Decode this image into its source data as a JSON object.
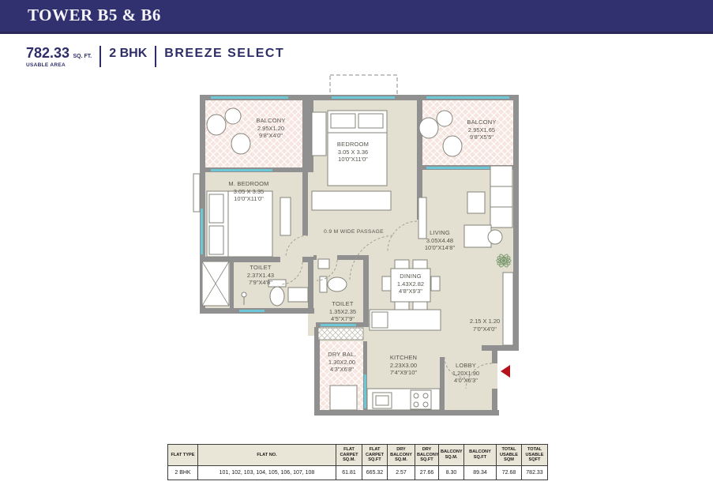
{
  "header": {
    "title": "TOWER B5 & B6"
  },
  "summary": {
    "area_value": "782.33",
    "area_unit": "SQ. FT.",
    "area_label": "USABLE AREA",
    "flat_type": "2 BHK",
    "collection": "BREEZE SELECT"
  },
  "plan": {
    "passage": "0.9 M WIDE PASSAGE",
    "rooms": [
      {
        "name": "BALCONY",
        "metric": "2.95X1.20",
        "imperial": "9'8\"X4'0\""
      },
      {
        "name": "BEDROOM",
        "metric": "3.05 X 3.36",
        "imperial": "10'0\"X11'0\""
      },
      {
        "name": "BALCONY",
        "metric": "2.95X1.65",
        "imperial": "9'8\"X5'5\""
      },
      {
        "name": "M. BEDROOM",
        "metric": "3.05 X 3.35",
        "imperial": "10'0\"X11'0\""
      },
      {
        "name": "LIVING",
        "metric": "3.05X4.48",
        "imperial": "10'0\"X14'8\""
      },
      {
        "name": "TOILET",
        "metric": "2.37X1.43",
        "imperial": "7'9\"X4'8\""
      },
      {
        "name": "TOILET",
        "metric": "1.35X2.35",
        "imperial": "4'5\"X7'9\""
      },
      {
        "name": "DINING",
        "metric": "1.43X2.82",
        "imperial": "4'8\"X9'3\""
      },
      {
        "name": "",
        "metric": "2.15 X 1.20",
        "imperial": "7'0\"X4'0\""
      },
      {
        "name": "DRY BAL.",
        "metric": "1.30X2.00",
        "imperial": "4'3\"X6'8\""
      },
      {
        "name": "KITCHEN",
        "metric": "2.23X3.00",
        "imperial": "7'4\"X9'10\""
      },
      {
        "name": "LOBBY",
        "metric": "1.20X1.90",
        "imperial": "4'0\"X6'3\""
      }
    ]
  },
  "table": {
    "headers": [
      "FLAT TYPE",
      "FLAT NO.",
      "FLAT CARPET SQ.M.",
      "FLAT CARPET SQ.FT",
      "DRY BALCONY SQ.M.",
      "DRY BALCONY SQ.FT",
      "BALCONY SQ.M.",
      "BALCONY SQ.FT",
      "TOTAL USABLE SQM",
      "TOTAL USABLE SQFT"
    ],
    "row": [
      "2 BHK",
      "101, 102, 103, 104, 105, 106, 107, 108",
      "61.81",
      "665.32",
      "2.57",
      "27.66",
      "8.30",
      "89.34",
      "72.68",
      "782.33"
    ]
  },
  "colors": {
    "brand_navy": "#32316f",
    "floor_beige": "#e3e0d1",
    "balcony_pink": "#f7e5df",
    "wall_gray": "#909090",
    "window_cyan": "#6cc8d6",
    "entry_arrow_red": "#b5121b"
  }
}
